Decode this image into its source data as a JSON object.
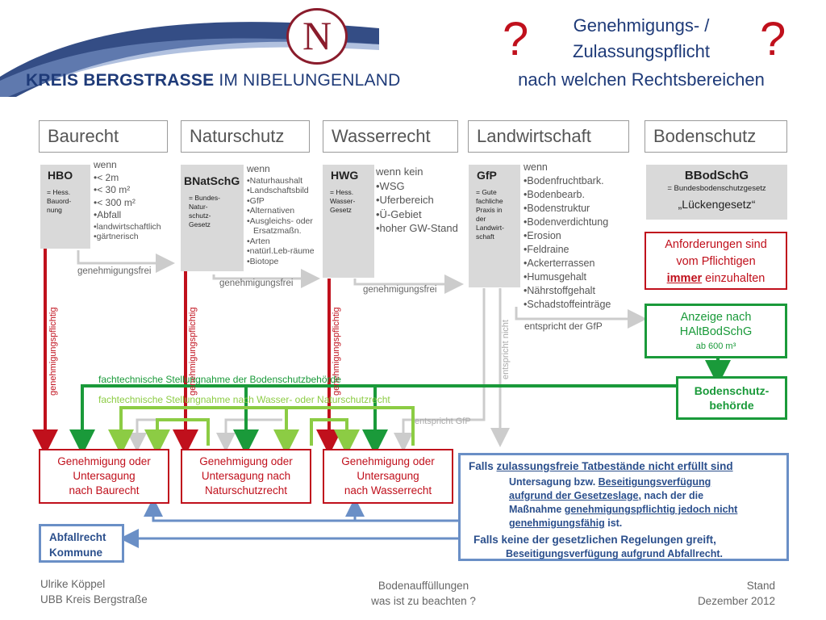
{
  "header": {
    "brand_bold": "KREIS BERGSTRASSE",
    "brand_rest": "IM NIBELUNGENLAND",
    "logo_letter": "N",
    "title_line1": "Genehmigungs- /",
    "title_line2": "Zulassungspflicht",
    "title_line3": "nach welchen Rechtsbereichen",
    "qmark": "?"
  },
  "categories": [
    "Baurecht",
    "Naturschutz",
    "Wasserrecht",
    "Landwirtschaft",
    "Bodenschutz"
  ],
  "laws": {
    "hbo": {
      "abbr": "HBO",
      "desc": "= Hess. Bauord-nung"
    },
    "bnatschg": {
      "abbr": "BNatSchG",
      "desc": "= Bundes-Natur-schutz-Gesetz"
    },
    "hwg": {
      "abbr": "HWG",
      "desc": "= Hess. Wasser-Gesetz"
    },
    "gfp": {
      "abbr": "GfP",
      "desc": "= Gute fachliche Praxis in der Landwirt-schaft"
    },
    "bbodschg": {
      "abbr": "BBodSchG",
      "desc": "= Bundesbodenschutzgesetz",
      "note": "„Lückengesetz“"
    }
  },
  "conditions": {
    "bau": {
      "head": "wenn",
      "items": [
        "•< 2m",
        "•< 30 m²",
        "•< 300 m²",
        "•Abfall"
      ],
      "small": [
        "•landwirtschaftlich",
        "•gärtnerisch"
      ]
    },
    "natur": {
      "head": "wenn",
      "items": [
        "•Naturhaushalt",
        "•Landschaftsbild",
        "•GfP",
        "•Alternativen",
        "•Ausgleichs- oder",
        "   Ersatzmaßn.",
        "•Arten",
        "•natürl.Leb-räume",
        "•Biotope"
      ]
    },
    "wasser": {
      "head": "wenn kein",
      "items": [
        "•WSG",
        "•Uferbereich",
        "•Ü-Gebiet",
        "•hoher GW-Stand"
      ]
    },
    "landw": {
      "head": "wenn",
      "items": [
        "•Bodenfruchtbark.",
        "•Bodenbearb.",
        "•Bodenstruktur",
        "•Bodenverdichtung",
        "•Erosion",
        "•Feldraine",
        "•Ackerterrassen",
        "•Humusgehalt",
        "•Nährstoffgehalt",
        "•Schadstoffeinträge"
      ]
    }
  },
  "labels": {
    "genehmigungsfrei": "genehmigungsfrei",
    "genehmigungspflichtig": "genehmigungspflichtig",
    "entspricht_gfp": "entspricht der GfP",
    "entspricht_nicht": "entspricht nicht",
    "entspricht_gfp2": "entspricht GfP",
    "fach_boden": "fachtechnische Stellungnahme der Bodenschutzbehörde",
    "fach_wasser": "fachtechnische Stellungnahme nach Wasser- oder Naturschutzrecht"
  },
  "boxes": {
    "anforderungen": {
      "line1": "Anforderungen sind",
      "line2": "vom Pflichtigen",
      "line3_u": "immer",
      "line3_rest": " einzuhalten"
    },
    "anzeige": {
      "line1": "Anzeige nach",
      "line2": "HAltBodSchG",
      "line3": "ab 600 m³"
    },
    "behoerde": {
      "line1": "Bodenschutz-",
      "line2": "behörde"
    },
    "gen_bau": [
      "Genehmigung oder",
      "Untersagung",
      "nach Baurecht"
    ],
    "gen_natur": [
      "Genehmigung oder",
      "Untersagung nach",
      "Naturschutzrecht"
    ],
    "gen_wasser": [
      "Genehmigung oder",
      "Untersagung",
      "nach  Wasserrecht"
    ],
    "abfall": [
      "Abfallrecht",
      "Kommune"
    ],
    "falls": {
      "l1_pre": "Falls ",
      "l1_u": "zulassungsfreie Tatbestände nicht erfüllt sind",
      "l2_pre": "Untersagung bzw. ",
      "l2_u": "Beseitigungsverfügung",
      "l3_u": "aufgrund der Gesetzeslage",
      "l3_rest": ", nach der die",
      "l4_pre": "Maßnahme ",
      "l4_u": "genehmigungspflichtig jedoch nicht",
      "l5_u": "genehmigungsfähig",
      "l5_rest": " ist.",
      "l6": "Falls  keine der gesetzlichen Regelungen greift,",
      "l7": "Beseitigungsverfügung aufgrund Abfallrecht."
    }
  },
  "footer": {
    "author1": "Ulrike Köppel",
    "author2": "UBB Kreis Bergstraße",
    "topic1": "Bodenauffüllungen",
    "topic2": "was ist zu beachten ?",
    "stand1": "Stand",
    "stand2": "Dezember 2012"
  },
  "colors": {
    "red": "#c0101c",
    "green": "#1a9a3a",
    "lightgreen": "#8ccc44",
    "blue": "#6a8fc6",
    "grey": "#bfbfbf",
    "navy": "#1e3a78"
  }
}
